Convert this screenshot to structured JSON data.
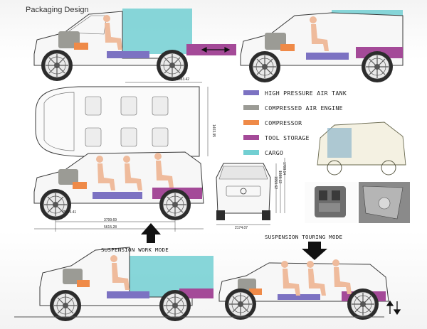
{
  "title": "Packaging Design",
  "legend": [
    {
      "label": "HIGH PRESSURE AIR TANK",
      "color": "#7c72c2",
      "icon": "high-pressure-air-tank-swatch"
    },
    {
      "label": "COMPRESSED AIR ENGINE",
      "color": "#9b9b95",
      "icon": "compressed-air-engine-swatch"
    },
    {
      "label": "COMPRESSOR",
      "color": "#ef8a48",
      "icon": "compressor-swatch"
    },
    {
      "label": "TOOL STORAGE",
      "color": "#a44a98",
      "icon": "tool-storage-swatch"
    },
    {
      "label": "CARGO",
      "color": "#72cfd2",
      "icon": "cargo-swatch"
    }
  ],
  "dimensions": {
    "top_length": "2583.42",
    "top_width": "1403.95",
    "wheel_diameter": "Ø765.41",
    "wheelbase": "3799.69",
    "overall_length": "5615.28",
    "front_height_1": "1959.62",
    "front_height_2": "1598.12",
    "front_height_3": "1708.14",
    "front_width": "2174.07"
  },
  "modes": {
    "work": "SUSPENSION WORK MODE",
    "touring": "SUSPENSION TOURING MODE"
  },
  "colors": {
    "cargo": "#72cfd2",
    "tool_storage": "#a44a98",
    "air_tank": "#7c72c2",
    "engine": "#9b9b95",
    "compressor": "#ef8a48",
    "occupant": "#efbb9c",
    "line": "#3a3a3a"
  }
}
